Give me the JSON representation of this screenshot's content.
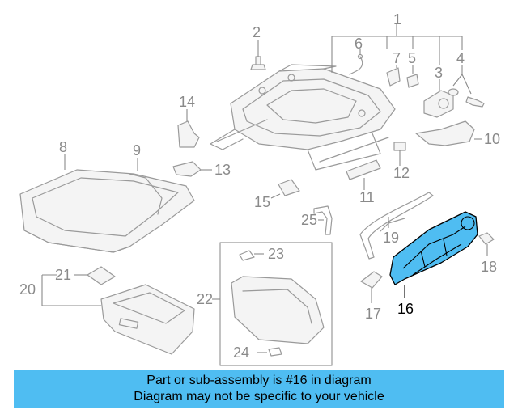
{
  "diagram": {
    "highlight_color": "#4fbdf2",
    "callouts": {
      "c1": "1",
      "c2": "2",
      "c3": "3",
      "c4": "4",
      "c5": "5",
      "c6": "6",
      "c7": "7",
      "c8": "8",
      "c9": "9",
      "c10": "10",
      "c11": "11",
      "c12": "12",
      "c13": "13",
      "c14": "14",
      "c15": "15",
      "c16": "16",
      "c17": "17",
      "c18": "18",
      "c19": "19",
      "c20": "20",
      "c21": "21",
      "c22": "22",
      "c23": "23",
      "c24": "24",
      "c25": "25"
    }
  },
  "caption": {
    "line1": "Part or sub-assembly is #16 in diagram",
    "line2": "Diagram may not be specific to your vehicle",
    "background": "#4fbdf2"
  }
}
